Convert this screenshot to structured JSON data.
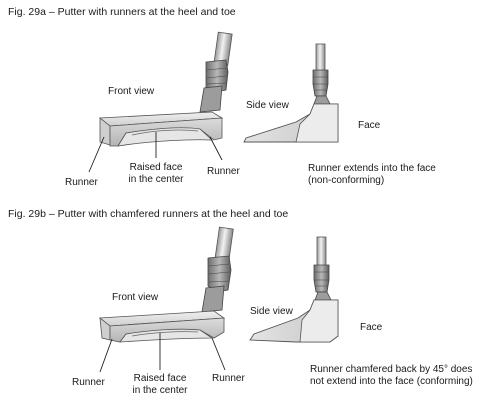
{
  "fig_a": {
    "title": "Fig. 29a – Putter with runners at the heel and toe",
    "front_view": "Front view",
    "side_view": "Side view",
    "face": "Face",
    "runner_left": "Runner",
    "runner_right": "Runner",
    "raised_face_1": "Raised face",
    "raised_face_2": "in the center",
    "note_1": "Runner extends into the face",
    "note_2": "(non-conforming)"
  },
  "fig_b": {
    "title": "Fig. 29b – Putter with chamfered runners at the heel and toe",
    "front_view": "Front view",
    "side_view": "Side view",
    "face": "Face",
    "runner_left": "Runner",
    "runner_right": "Runner",
    "raised_face_1": "Raised face",
    "raised_face_2": "in the center",
    "note_1": "Runner chamfered back by 45° does",
    "note_2": "not extend into the face (conforming)"
  }
}
